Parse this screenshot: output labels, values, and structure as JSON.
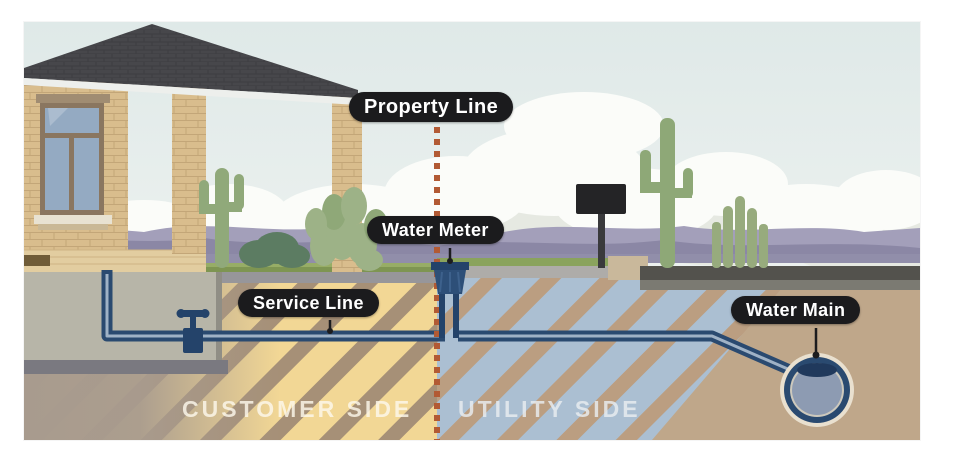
{
  "illustration": {
    "description": "Cross-section diagram of a residential water service: house, service line, water meter at the property line, and utility water main under the street",
    "labels": {
      "property_line": "Property Line",
      "water_meter": "Water Meter",
      "service_line": "Service Line",
      "water_main": "Water Main"
    },
    "zones": {
      "customer": "CUSTOMER SIDE",
      "utility": "UTILITY SIDE"
    },
    "colors": {
      "label_background": "#1b1b1d",
      "label_text": "#ffffff",
      "property_line_dots": "#b25a34",
      "pipe_navy": "#2a4a70",
      "pipe_core": "#9fb2c6",
      "customer_soil": "#f2d795",
      "customer_stripe": "#a69077",
      "utility_soil": "#abbfd2",
      "utility_stripe": "#bb9e81",
      "dirt": "#bfa78a",
      "sky": "#e0eae9",
      "mountains": "#8b87a5",
      "grass": "#7e9552",
      "road": "#53524d",
      "roof": "#47474b",
      "brick": "#d9bd8d"
    }
  }
}
